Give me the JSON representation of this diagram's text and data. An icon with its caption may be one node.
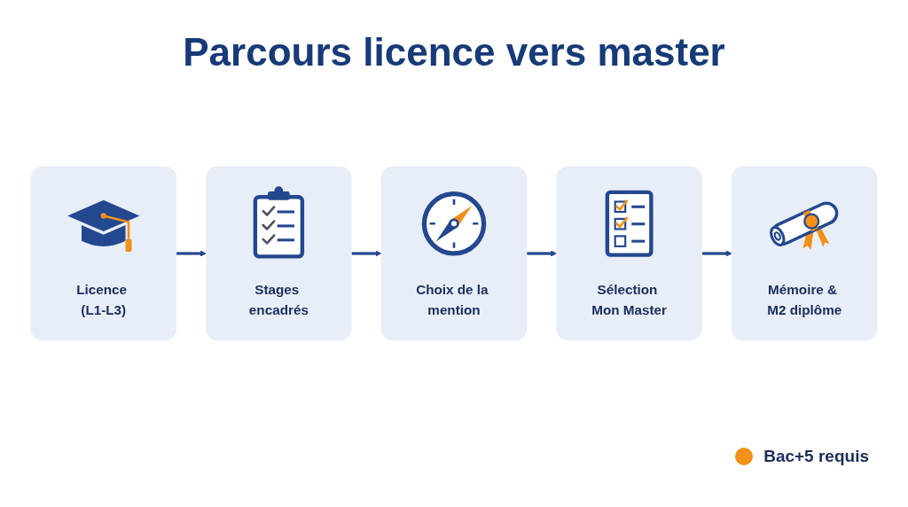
{
  "diagram": {
    "title": "Parcours licence vers master",
    "nodes": [
      {
        "text": [
          "Licence (L1-L3)"
        ]
      },
      {
        "text": [
          "Stages encadrés"
        ]
      },
      {
        "text": [
          "Choix de la mention"
        ]
      },
      {
        "text": [
          "Sélection Mon Master"
        ]
      },
      {
        "text": [
          "Mémoire & M2 diplôme"
        ]
      }
    ],
    "edges": [
      {
        "from": 0,
        "to": 1,
        "arrow": "to"
      },
      {
        "from": 1,
        "to": 2,
        "arrow": "to"
      },
      {
        "from": 2,
        "to": 3,
        "arrow": "to"
      },
      {
        "from": 3,
        "to": 4,
        "arrow": "to"
      }
    ],
    "legend": [
      {
        "text": "Bac+5 requis",
        "color": "#f39019"
      }
    ]
  }
}
